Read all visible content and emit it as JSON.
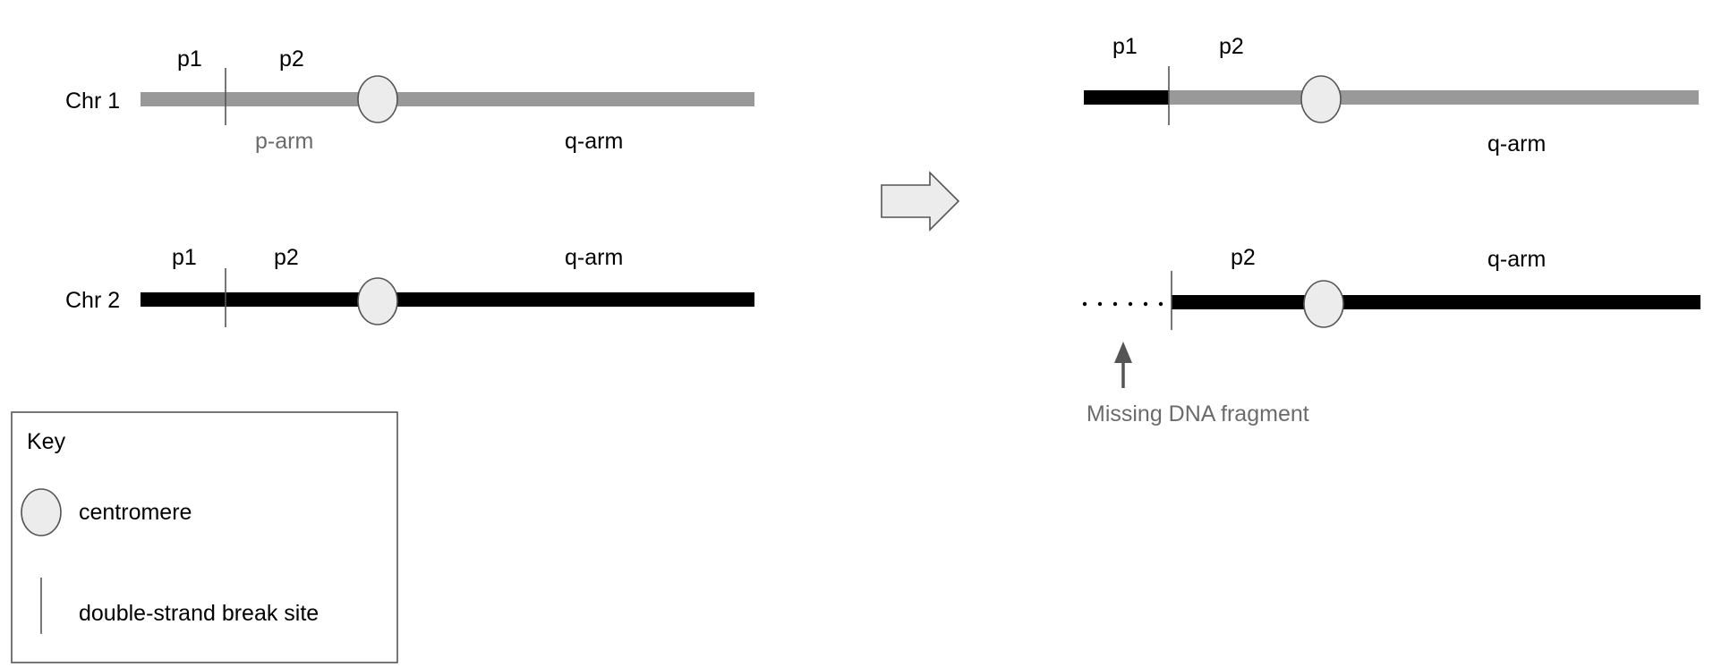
{
  "colors": {
    "chr1": "#999999",
    "chr2": "#000000",
    "centromere_fill": "#ececec",
    "outline": "#555555",
    "arrow_fill": "#ececec",
    "muted_text": "#6b6b6b"
  },
  "before": {
    "chr1": {
      "name": "Chr 1",
      "p1": "p1",
      "p2": "p2",
      "p_arm": "p-arm",
      "q_arm": "q-arm"
    },
    "chr2": {
      "name": "Chr 2",
      "p1": "p1",
      "p2": "p2",
      "q_arm": "q-arm"
    }
  },
  "after": {
    "top": {
      "p1": "p1",
      "p2": "p2",
      "q_arm": "q-arm"
    },
    "bottom": {
      "p2": "p2",
      "q_arm": "q-arm",
      "missing_label": "Missing DNA fragment"
    }
  },
  "key": {
    "title": "Key",
    "centromere": "centromere",
    "break_site": "double-strand break site"
  },
  "icons": {
    "transition": "right-arrow-icon",
    "missing_pointer": "up-arrow-icon"
  }
}
